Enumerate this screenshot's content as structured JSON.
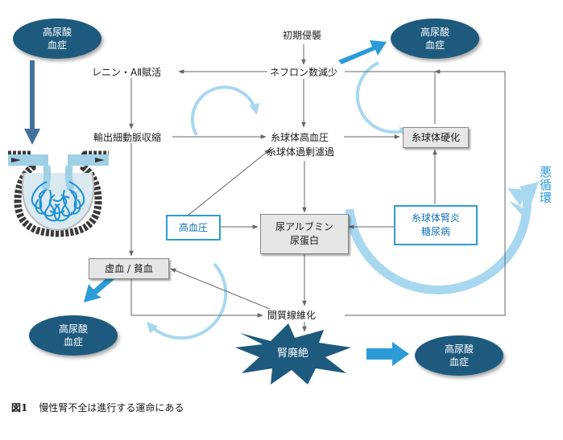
{
  "nodes": {
    "initial_injury": "初期侵襲",
    "renin": "レニン・AⅡ賦活",
    "nephron_decrease": "ネフロン数減少",
    "efferent_constriction": "輸出細動脈収縮",
    "glomerular_hypertension": "糸球体高血圧",
    "glomerular_hyperfiltration": "糸球体過剰濾過",
    "glomerulosclerosis": "糸球体硬化",
    "hypertension": "高血圧",
    "albuminuria_line1": "尿アルブミン",
    "albuminuria_line2": "尿蛋白",
    "nephritis_line1": "糸球体腎炎",
    "nephritis_line2": "糖尿病",
    "ischemia": "虚血 / 貧血",
    "interstitial_fibrosis": "間質線維化",
    "renal_failure": "腎廃絶"
  },
  "ovals": [
    {
      "line1": "高尿酸",
      "line2": "血症"
    },
    {
      "line1": "高尿酸",
      "line2": "血症"
    },
    {
      "line1": "高尿酸",
      "line2": "血症"
    },
    {
      "line1": "高尿酸",
      "line2": "血症"
    }
  ],
  "vicious_cycle": "悪循環",
  "caption": {
    "label": "図1",
    "text": "慢性腎不全は進行する運命にある"
  },
  "colors": {
    "accent": "#2d9bd8",
    "cycle": "#a8d8f0",
    "oval": "#1e5a7e",
    "arrow": "#666666",
    "box_grey": "#e6e6e6"
  }
}
